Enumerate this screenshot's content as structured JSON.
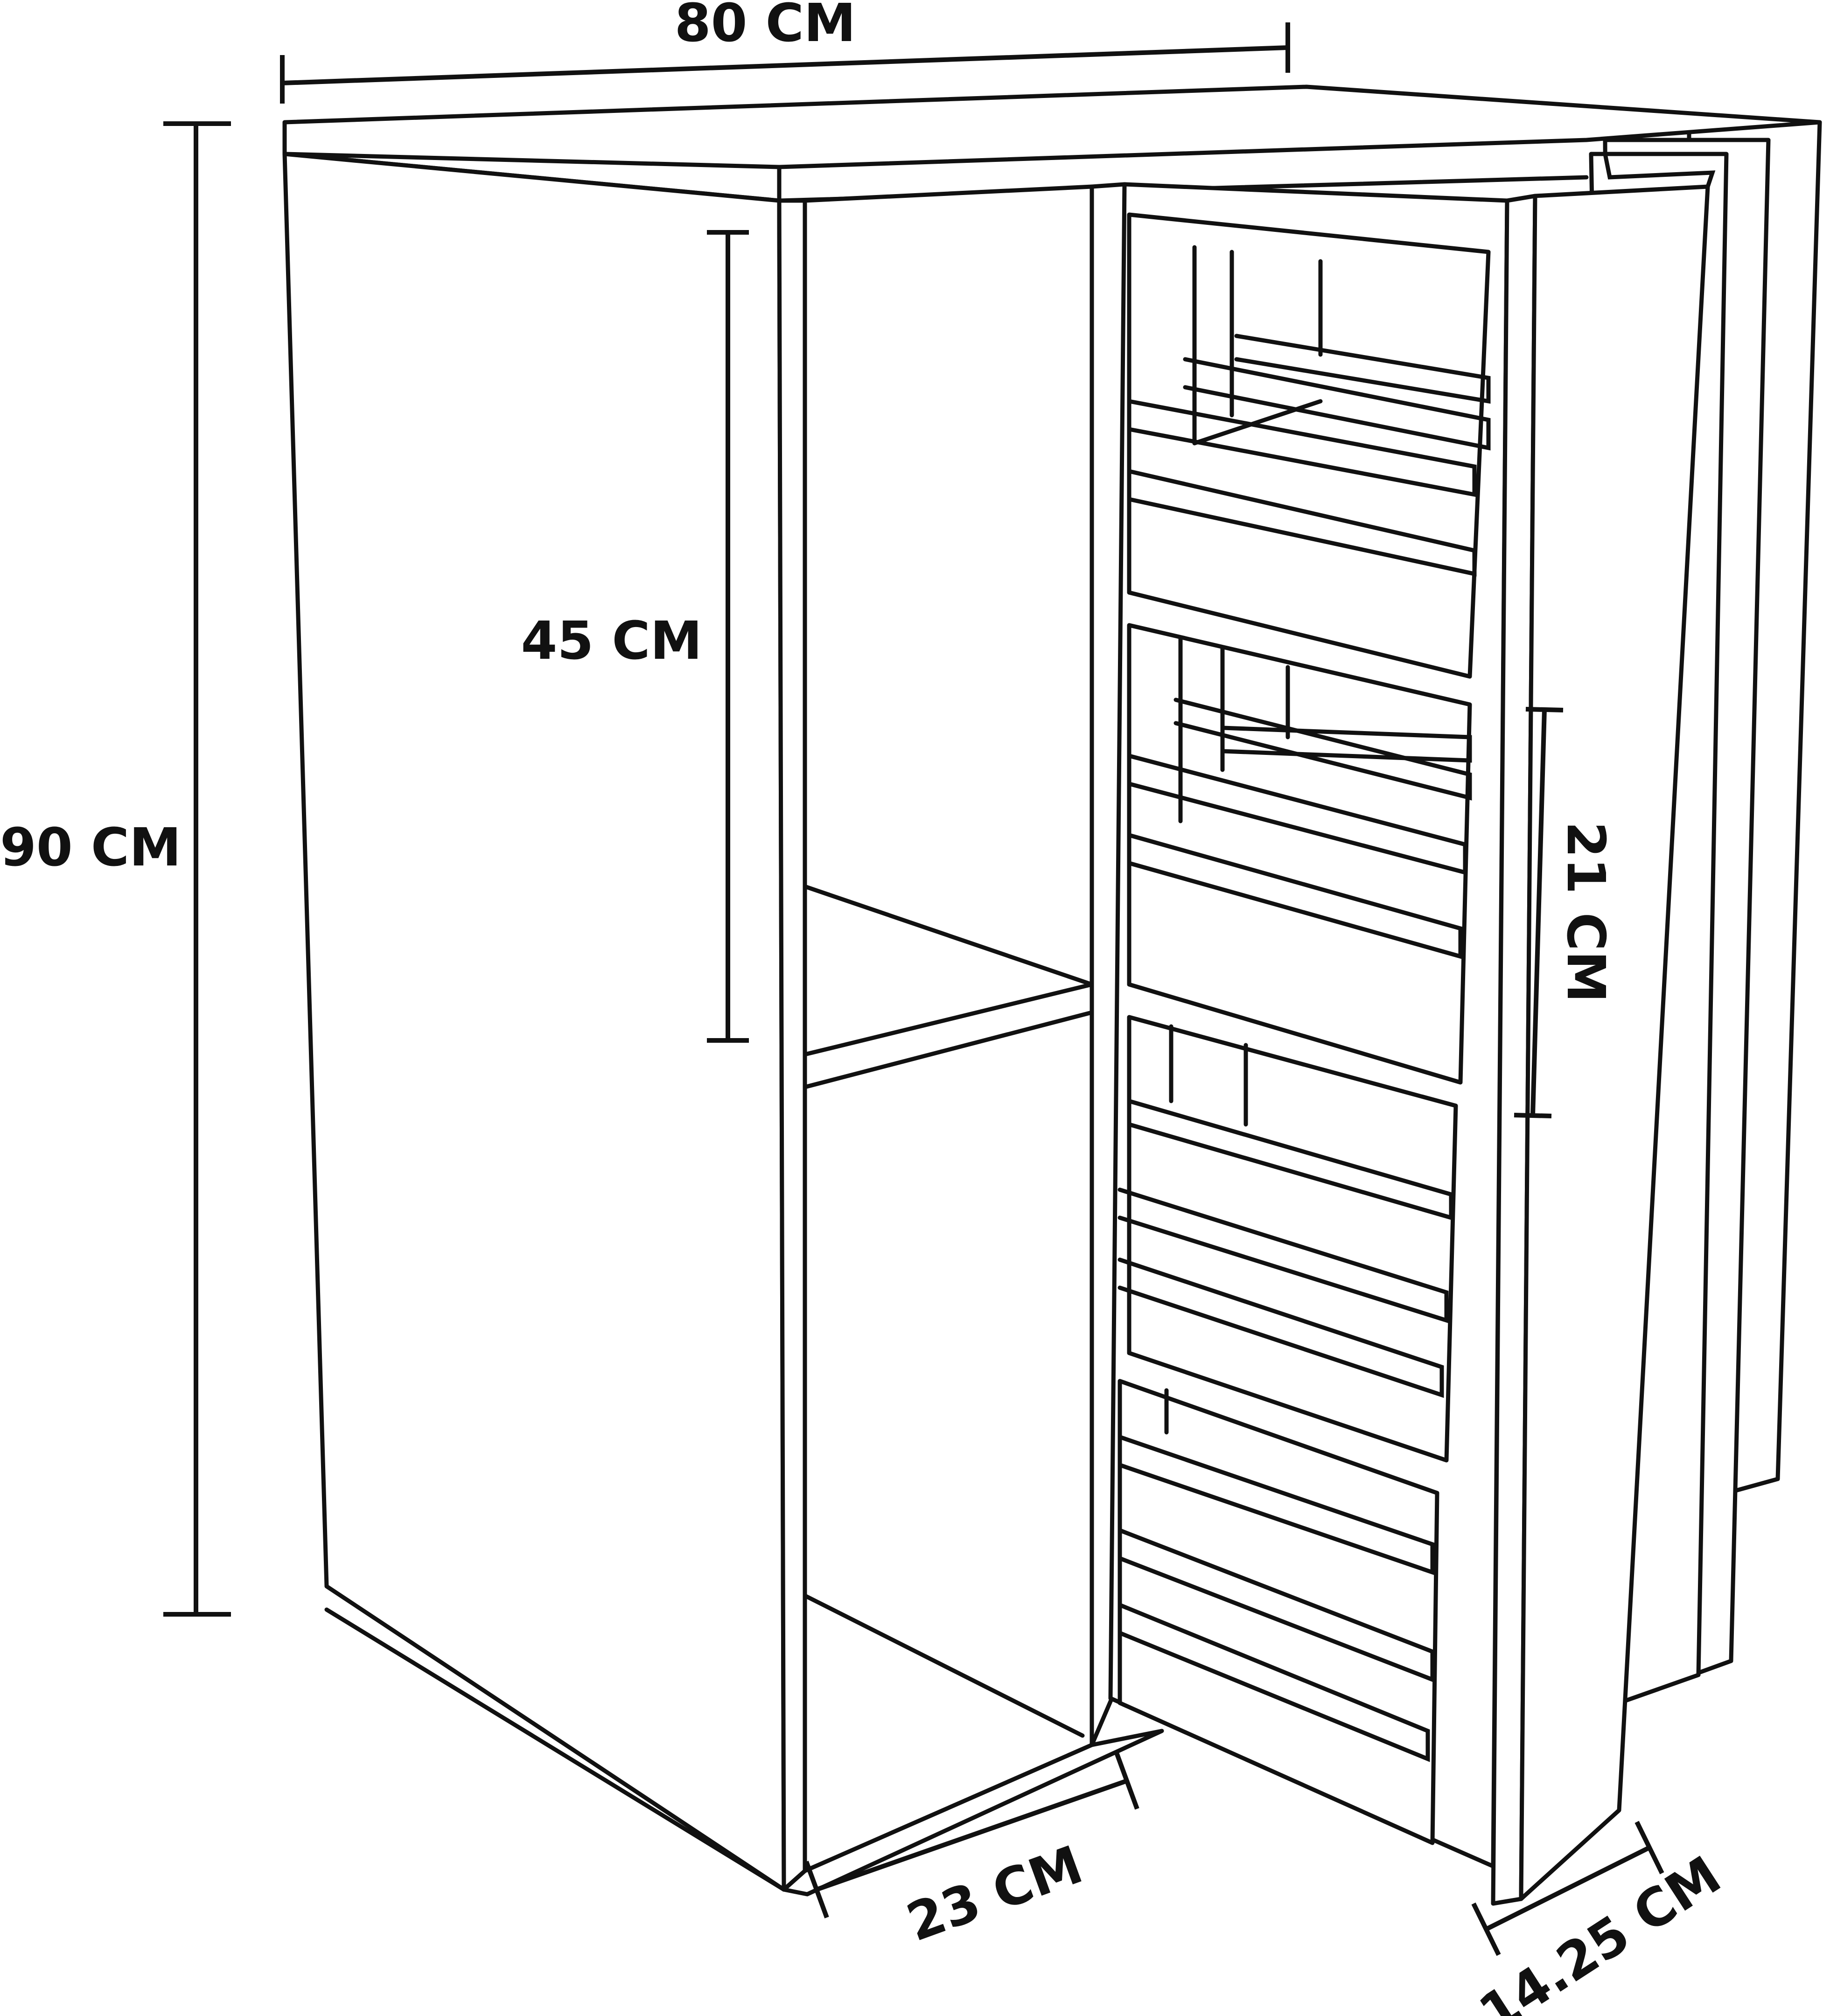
{
  "dimensions": {
    "width": "80 CM",
    "height": "90 CM",
    "shelf_height": "45 CM",
    "basket_height": "21 CM",
    "opening_depth": "23 CM",
    "unit_width": "14.25 CM"
  }
}
